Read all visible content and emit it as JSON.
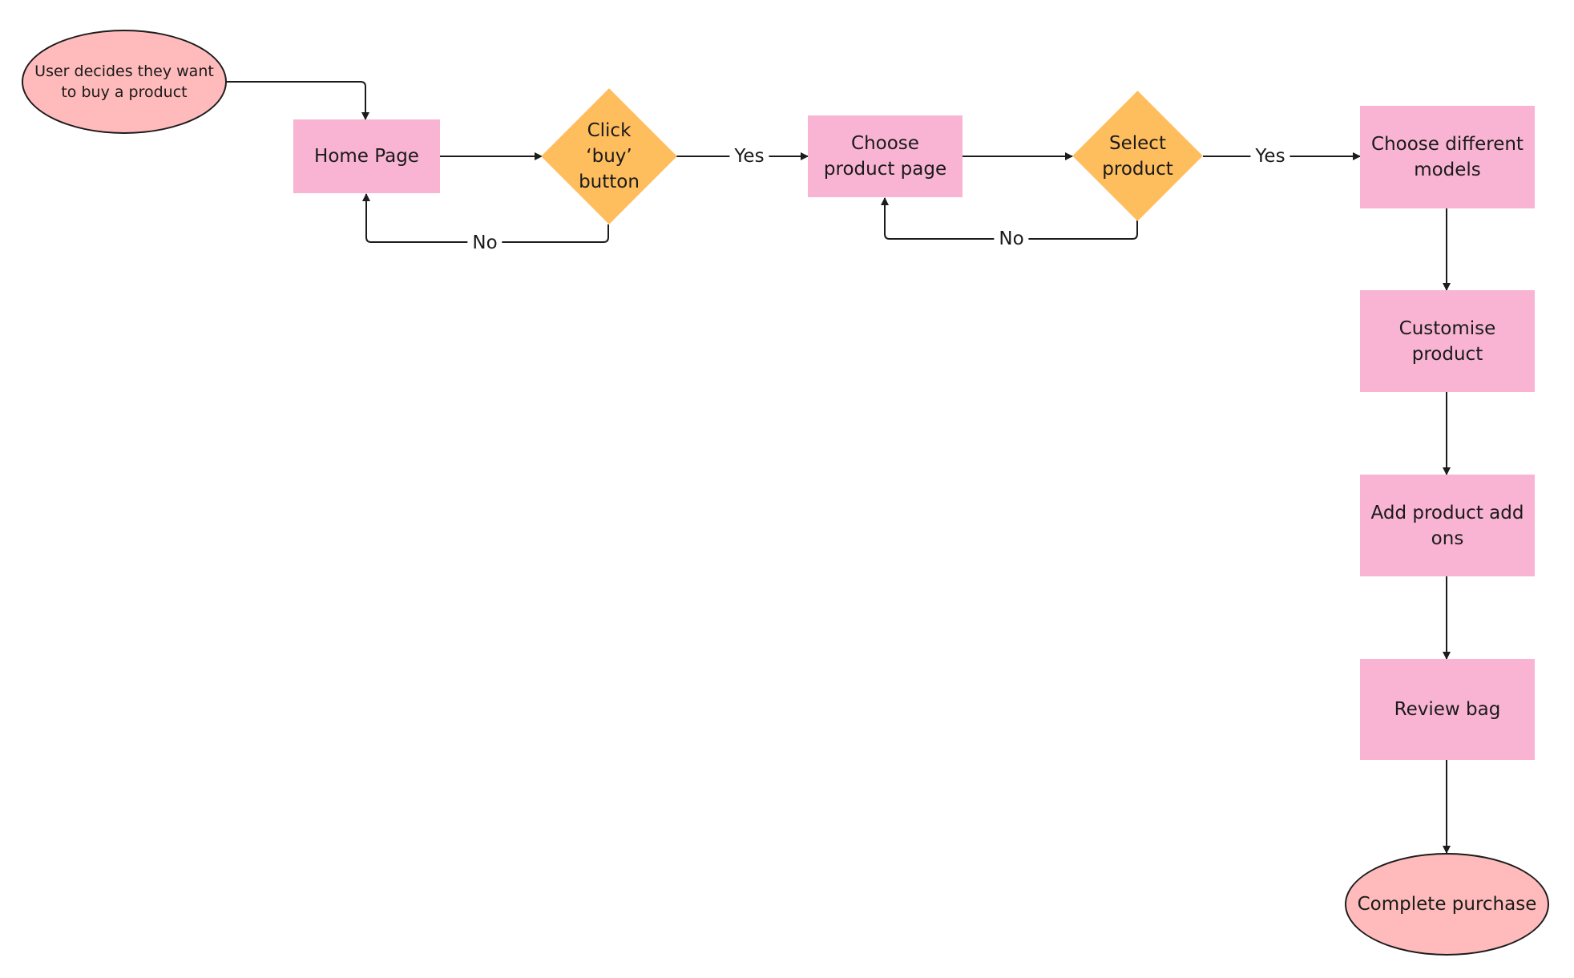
{
  "nodes": {
    "start": "User decides they want\nto buy a product",
    "home_page": "Home Page",
    "click_buy": "Click\n‘buy’\nbutton",
    "choose_product_page": "Choose\nproduct page",
    "select_product": "Select\nproduct",
    "choose_models": "Choose different\nmodels",
    "customise": "Customise\nproduct",
    "add_ons": "Add product add\nons",
    "review_bag": "Review bag",
    "complete": "Complete purchase"
  },
  "edge_labels": {
    "buy_yes": "Yes",
    "buy_no": "No",
    "select_yes": "Yes",
    "select_no": "No"
  },
  "colors": {
    "process": "#f9b4d4",
    "terminal": "#ffbbbb",
    "decision": "#ffbe5e",
    "line": "#1c1c1c"
  }
}
